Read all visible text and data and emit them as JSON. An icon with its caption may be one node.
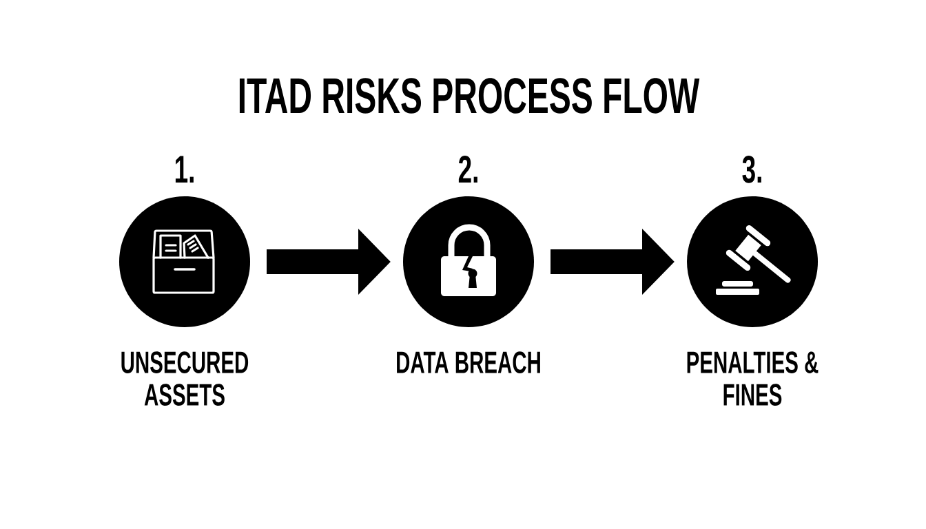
{
  "diagram": {
    "title": "ITAD RISKS PROCESS FLOW",
    "nodes": [
      {
        "text": [
          "1.",
          "UNSECURED ASSETS"
        ]
      },
      {
        "text": [
          "2.",
          "DATA BREACH"
        ]
      },
      {
        "text": [
          "3.",
          "PENALTIES & FINES"
        ]
      }
    ],
    "edges": [
      {
        "from": 0,
        "to": 1,
        "arrow": "to"
      },
      {
        "from": 1,
        "to": 2,
        "arrow": "to"
      }
    ]
  }
}
